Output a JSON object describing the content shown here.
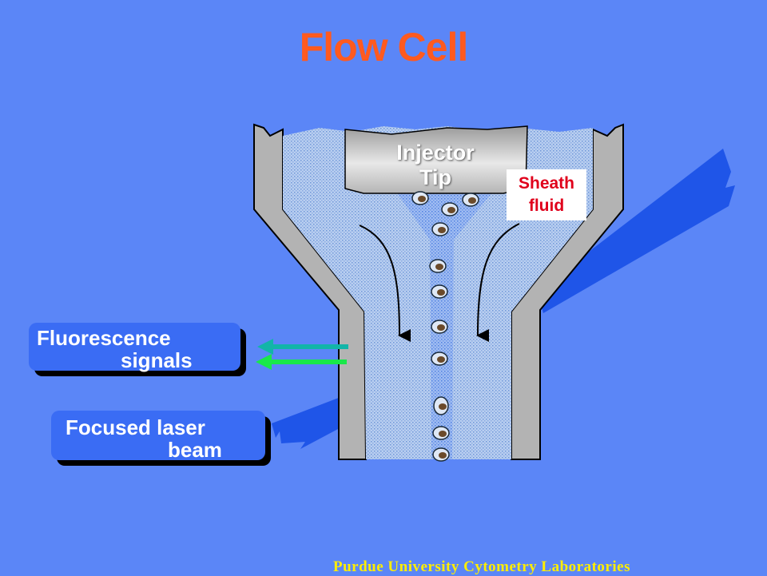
{
  "title": "Flow Cell",
  "injector_label": {
    "line1": "Injector",
    "line2": "Tip"
  },
  "sheath_label": {
    "line1": "Sheath",
    "line2": "fluid"
  },
  "fluorescence_label": {
    "line1": "Fluorescence",
    "line2": "signals"
  },
  "laser_label": {
    "line1": "Focused laser",
    "line2": "beam"
  },
  "footer": "Purdue University Cytometry Laboratories",
  "colors": {
    "background": "#5b86f7",
    "title": "#ff5a1f",
    "footer": "#ffee00",
    "wall": "#b3b3b3",
    "fluid": "#a9c3ea",
    "laser": "#1f55e8",
    "arrow_teal": "#12b5a8",
    "arrow_green": "#19e84a",
    "sheath_text": "#e0001b"
  }
}
